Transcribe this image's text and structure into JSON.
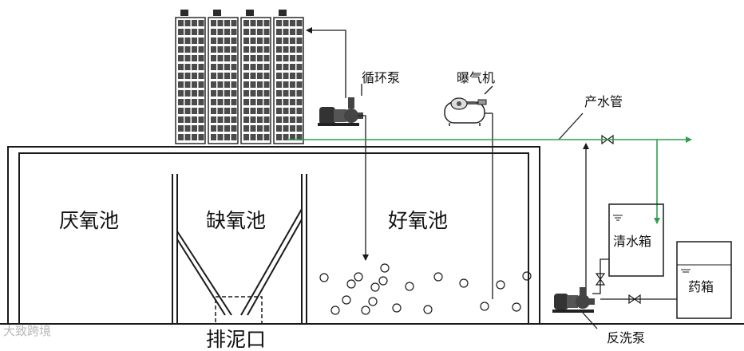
{
  "labels": {
    "anaerobic_tank": "厌氧池",
    "anoxic_tank": "缺氧池",
    "aerobic_tank": "好氧池",
    "sludge_outlet": "排泥口",
    "circulation_pump": "循环泵",
    "aerator": "曝气机",
    "product_water_pipe": "产水管",
    "clean_water_tank": "清水箱",
    "chemical_tank": "药箱",
    "backwash_pump": "反洗泵"
  },
  "watermark": "大致跨境",
  "colors": {
    "line": "#1a1a1a",
    "product_water_line": "#2e9e4f",
    "membrane_module": "#2b2b2b"
  },
  "icons": {
    "pump": "pump-icon",
    "blower": "blower-icon",
    "valve": "valve-icon",
    "bubble": "air-bubble-icon"
  }
}
